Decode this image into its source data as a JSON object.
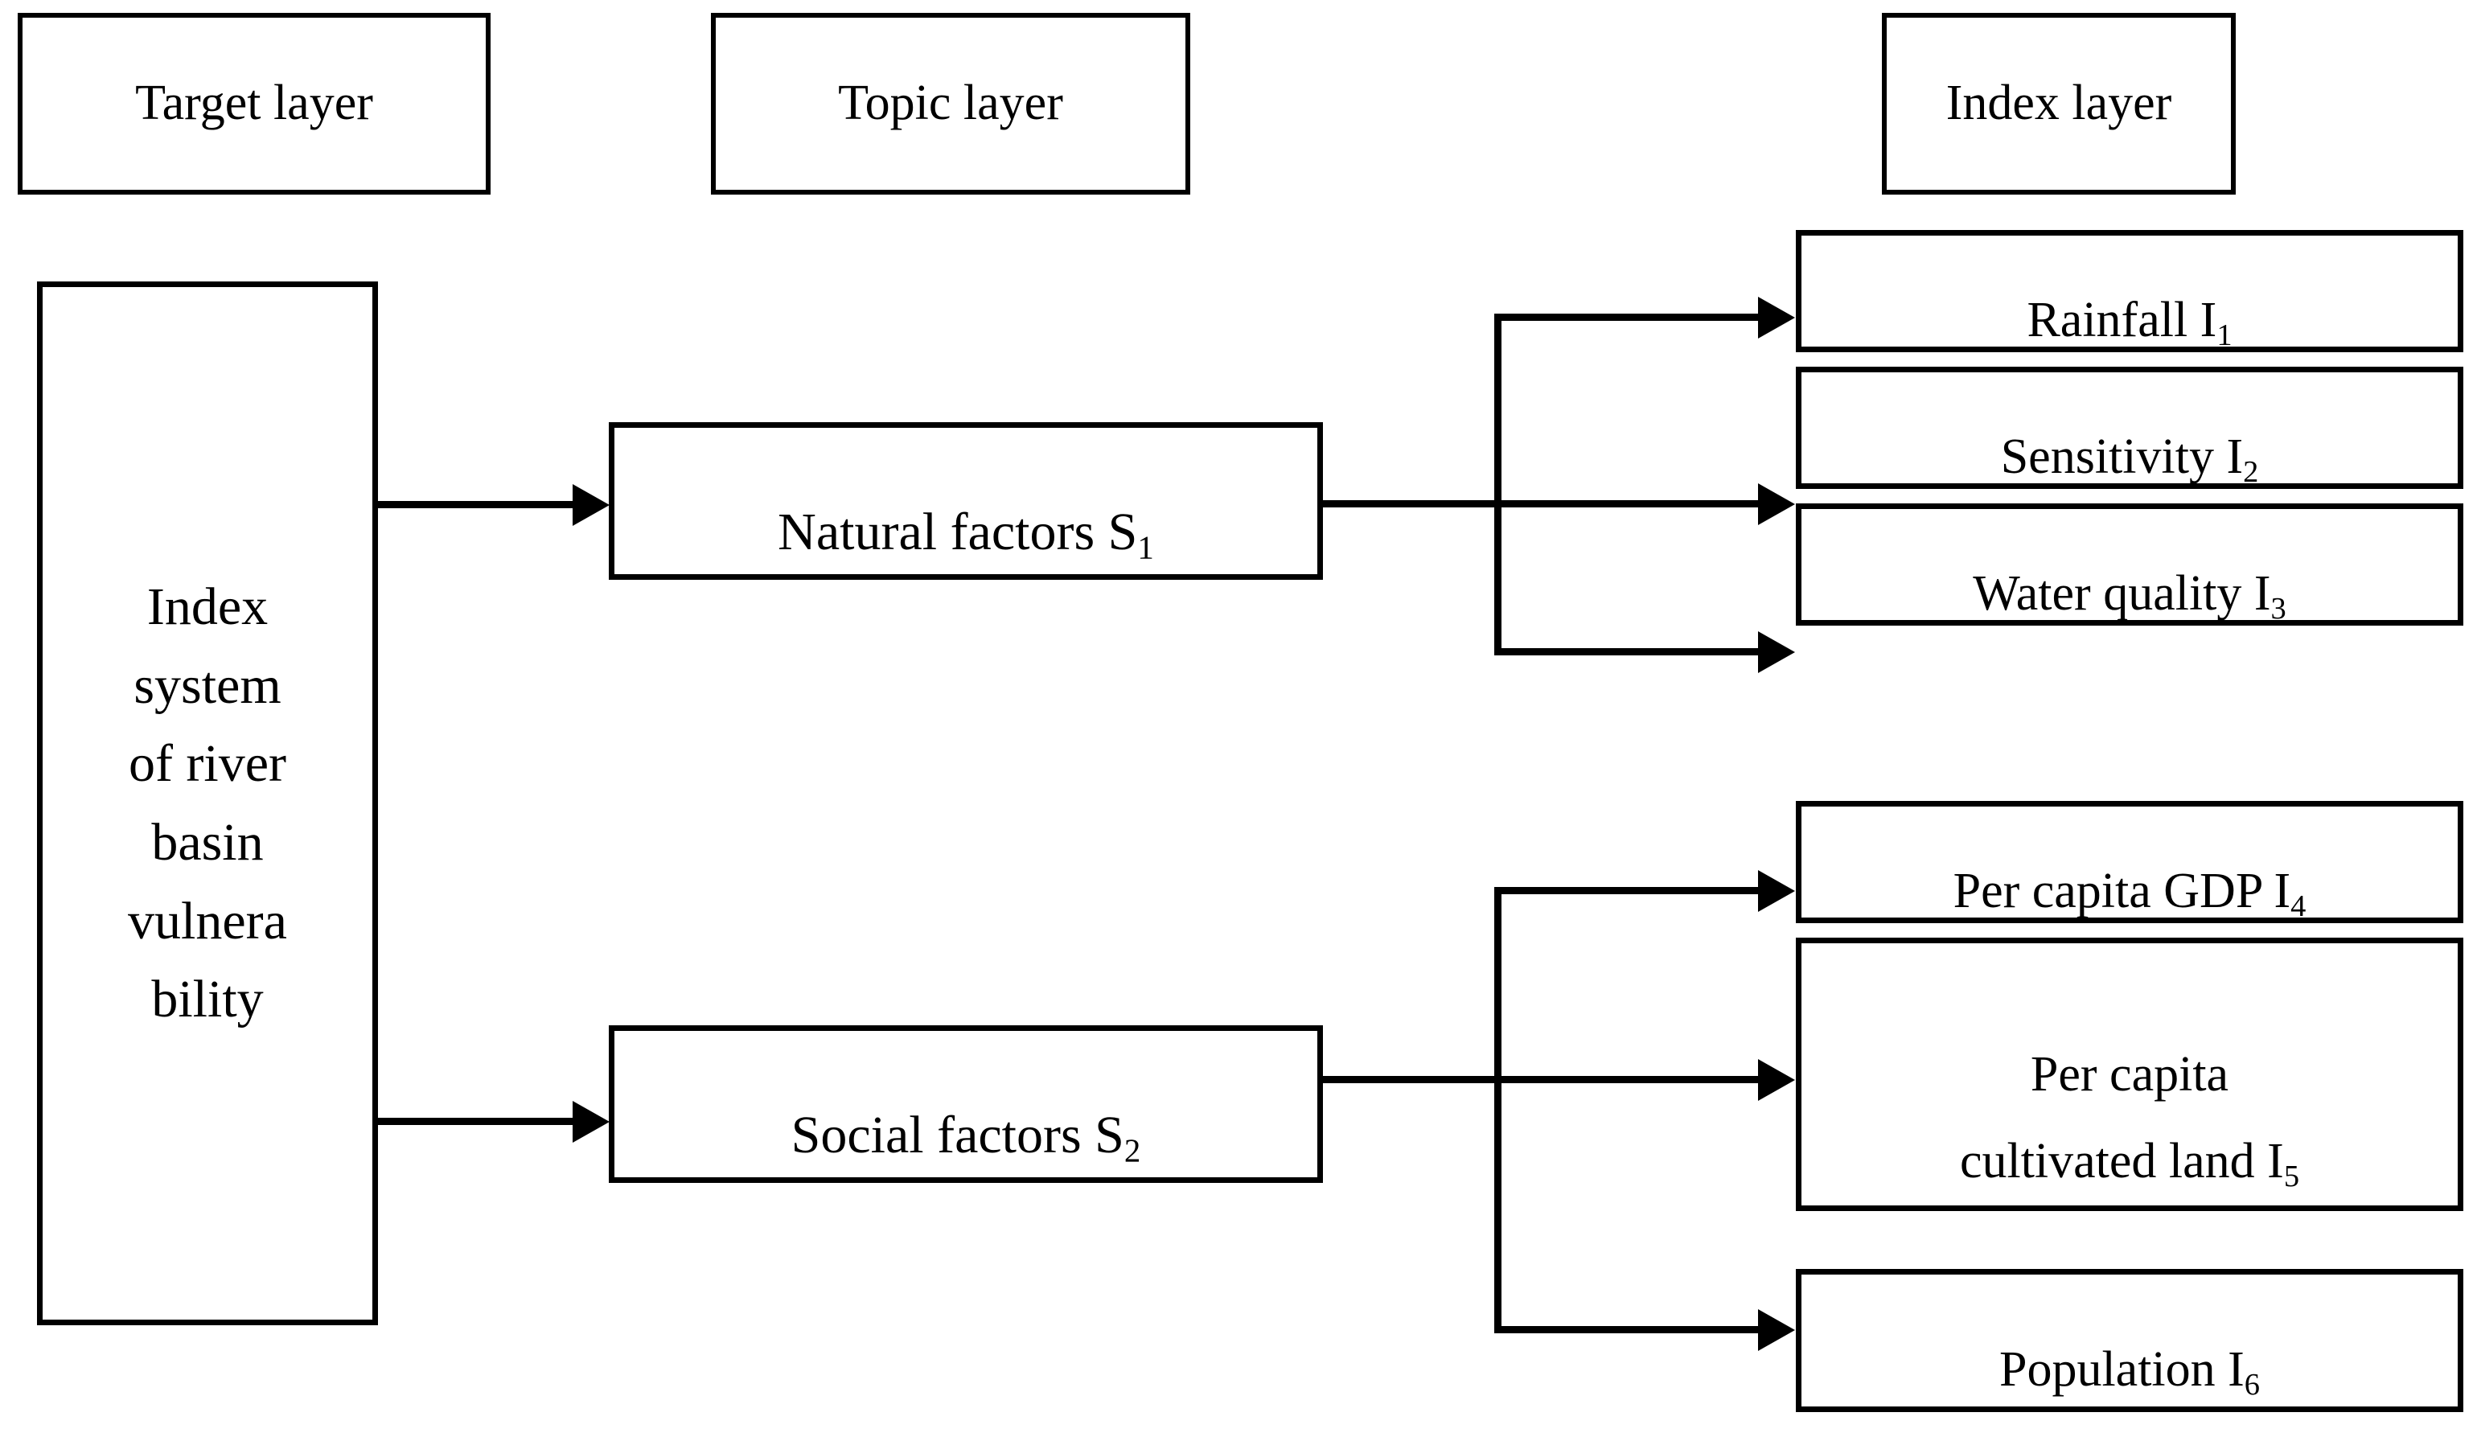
{
  "figure": {
    "title": "Index system of river basin vulnerability hierarchy diagram",
    "stroke_color": "#000000",
    "background_color": "#ffffff"
  },
  "headers": {
    "target": "Target layer",
    "topic": "Topic layer",
    "index": "Index layer"
  },
  "target_layer": {
    "label": "Index\nsystem\nof river\nbasin\nvulnera\nbility"
  },
  "topic_layer": {
    "items": [
      {
        "id": "S1",
        "label": "Natural factors S",
        "subscript": "1"
      },
      {
        "id": "S2",
        "label": "Social factors S",
        "subscript": "2"
      }
    ]
  },
  "index_layer": {
    "items": [
      {
        "id": "I1",
        "label": "Rainfall I",
        "subscript": "1",
        "parent": "S1"
      },
      {
        "id": "I2",
        "label": "Sensitivity I",
        "subscript": "2",
        "parent": "S1"
      },
      {
        "id": "I3",
        "label": "Water quality I",
        "subscript": "3",
        "parent": "S1"
      },
      {
        "id": "I4",
        "label": "Per capita GDP I",
        "subscript": "4",
        "parent": "S2"
      },
      {
        "id": "I5",
        "label": "Per capita\ncultivated land I",
        "subscript": "5",
        "parent": "S2"
      },
      {
        "id": "I6",
        "label": "Population I",
        "subscript": "6",
        "parent": "S2"
      }
    ]
  },
  "connections": [
    {
      "from": "target",
      "to": "S1",
      "type": "arrow"
    },
    {
      "from": "target",
      "to": "S2",
      "type": "arrow"
    },
    {
      "from": "S1",
      "to": "I1",
      "type": "arrow"
    },
    {
      "from": "S1",
      "to": "I2",
      "type": "arrow"
    },
    {
      "from": "S1",
      "to": "I3",
      "type": "arrow"
    },
    {
      "from": "S2",
      "to": "I4",
      "type": "arrow"
    },
    {
      "from": "S2",
      "to": "I5",
      "type": "arrow"
    },
    {
      "from": "S2",
      "to": "I6",
      "type": "arrow"
    }
  ]
}
